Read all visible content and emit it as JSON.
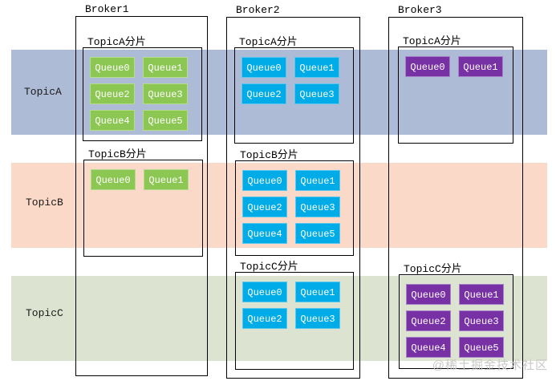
{
  "watermark": "@稀土掘金技术社区",
  "colors": {
    "band_topic_a": "#AEBBD6",
    "band_topic_b": "#FAD9C9",
    "band_topic_c": "#DCE3D0",
    "queue_broker1": "#8CC753",
    "queue_border_broker1": "#B4DC8C",
    "queue_broker2": "#00ACE8",
    "queue_border_broker2": "#5BC6EE",
    "queue_broker3": "#7830A5",
    "queue_border_broker3": "#A781C8"
  },
  "bands": [
    {
      "label": "TopicA"
    },
    {
      "label": "TopicB"
    },
    {
      "label": "TopicC"
    }
  ],
  "brokers": [
    {
      "label": "Broker1",
      "shards": [
        {
          "label": "TopicA分片",
          "topic": "TopicA",
          "queues": [
            "Queue0",
            "Queue1",
            "Queue2",
            "Queue3",
            "Queue4",
            "Queue5"
          ]
        },
        {
          "label": "TopicB分片",
          "topic": "TopicB",
          "queues": [
            "Queue0",
            "Queue1"
          ]
        }
      ]
    },
    {
      "label": "Broker2",
      "shards": [
        {
          "label": "TopicA分片",
          "topic": "TopicA",
          "queues": [
            "Queue0",
            "Queue1",
            "Queue2",
            "Queue3"
          ]
        },
        {
          "label": "TopicB分片",
          "topic": "TopicB",
          "queues": [
            "Queue0",
            "Queue1",
            "Queue2",
            "Queue3",
            "Queue4",
            "Queue5"
          ]
        },
        {
          "label": "TopicC分片",
          "topic": "TopicC",
          "queues": [
            "Queue0",
            "Queue1",
            "Queue2",
            "Queue3"
          ]
        }
      ]
    },
    {
      "label": "Broker3",
      "shards": [
        {
          "label": "TopicA分片",
          "topic": "TopicA",
          "queues": [
            "Queue0",
            "Queue1"
          ]
        },
        {
          "label": "TopicC分片",
          "topic": "TopicC",
          "queues": [
            "Queue0",
            "Queue1",
            "Queue2",
            "Queue3",
            "Queue4",
            "Queue5"
          ]
        }
      ]
    }
  ]
}
